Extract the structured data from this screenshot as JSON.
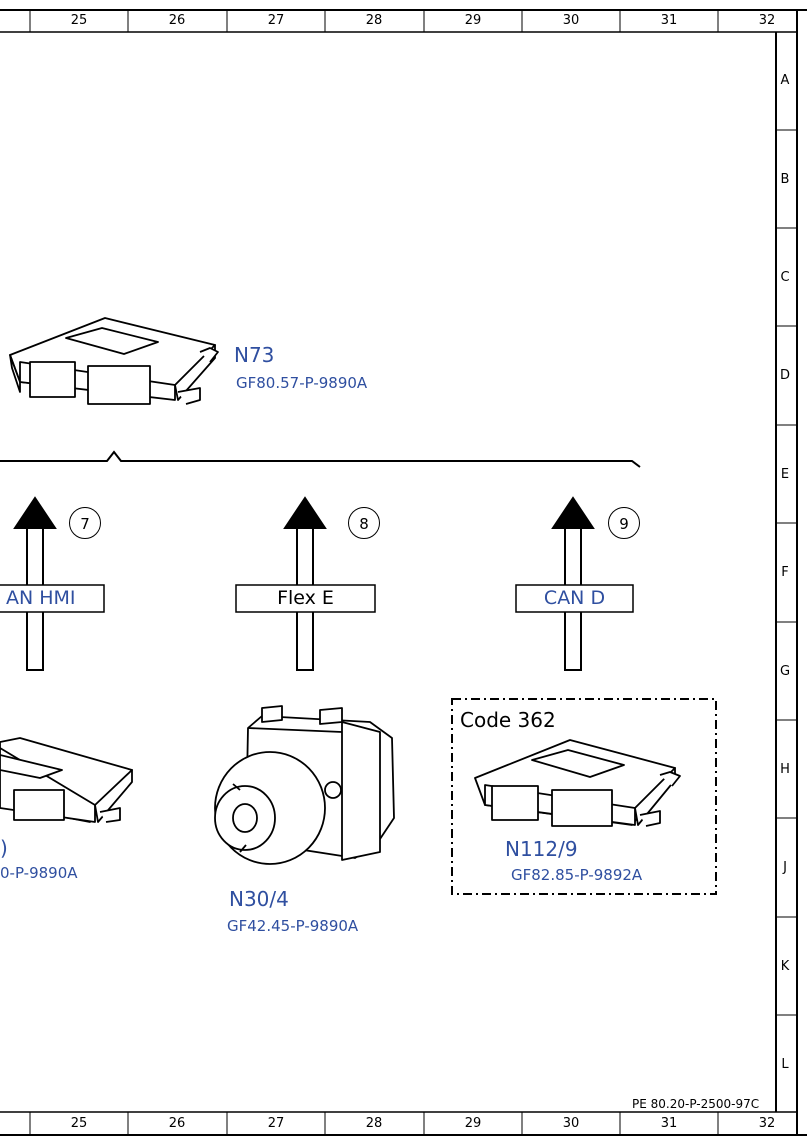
{
  "frame": {
    "columns": [
      "25",
      "26",
      "27",
      "28",
      "29",
      "30",
      "31",
      "32"
    ],
    "rows": [
      "A",
      "B",
      "C",
      "D",
      "E",
      "F",
      "G",
      "H",
      "J",
      "K",
      "L"
    ],
    "doc_id": "PE 80.20-P-2500-97C"
  },
  "components": {
    "n73": {
      "name": "N73",
      "ref": "GF80.57-P-9890A"
    },
    "left_unit": {
      "name": ")",
      "ref": "0-P-9890A"
    },
    "n30_4": {
      "name": "N30/4",
      "ref": "GF42.45-P-9890A"
    },
    "n112_9": {
      "name": "N112/9",
      "ref": "GF82.85-P-9892A",
      "code_label": "Code 362"
    }
  },
  "buses": [
    {
      "label": "AN HMI",
      "number": "7",
      "color": "#2f4fa0"
    },
    {
      "label": "Flex E",
      "number": "8",
      "color": "#000000"
    },
    {
      "label": "CAN D",
      "number": "9",
      "color": "#2f4fa0"
    }
  ],
  "colors": {
    "link_blue": "#2f4fa0",
    "line": "#000000"
  }
}
